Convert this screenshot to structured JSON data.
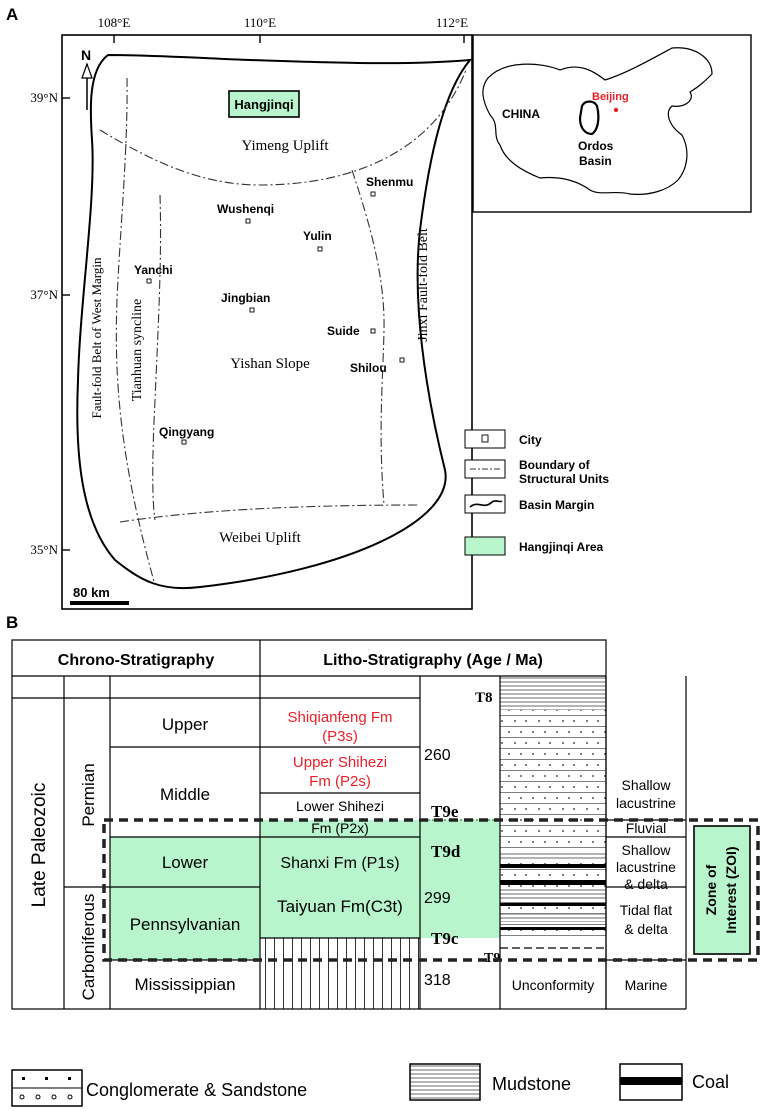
{
  "panel_a": {
    "label": "A",
    "longitudes": [
      "108°E",
      "110°E",
      "112°E"
    ],
    "latitudes": [
      "39°N",
      "37°N",
      "35°N"
    ],
    "north": "N",
    "scale": "80 km",
    "highlight_label": "Hangjinqi",
    "structural_units": {
      "yimeng": "Yimeng Uplift",
      "yishan": "Yishan Slope",
      "weibei": "Weibei Uplift",
      "tianhuan": "Tianhuan syncline",
      "west_margin": "Fault-fold Belt of West Margin",
      "jinxi": "Jinxi Fault-fold Belt"
    },
    "cities": {
      "shenmu": "Shenmu",
      "wushenqi": "Wushenqi",
      "yulin": "Yulin",
      "yanchi": "Yanchi",
      "jingbian": "Jingbian",
      "suide": "Suide",
      "shilou": "Shilou",
      "qingyang": "Qingyang"
    },
    "inset": {
      "country": "CHINA",
      "capital": "Beijing",
      "basin": "Ordos Basin"
    },
    "legend": {
      "city": "City",
      "boundary": "Boundary of Structural Units",
      "margin": "Basin Margin",
      "area": "Hangjinqi Area"
    },
    "colors": {
      "highlight": "#b8f5cc",
      "capital": "#e8202a"
    }
  },
  "panel_b": {
    "label": "B",
    "headers": {
      "chrono": "Chrono-Stratigraphy",
      "litho": "Litho-Stratigraphy (Age / Ma)"
    },
    "era": "Late Paleozoic",
    "periods": {
      "permian": "Permian",
      "carboniferous": "Carboniferous"
    },
    "epochs": {
      "upper": "Upper",
      "middle": "Middle",
      "lower": "Lower",
      "pennsylvanian": "Pennsylvanian",
      "mississippian": "Mississippian"
    },
    "formations": {
      "shiqianfeng": "Shiqianfeng Fm",
      "shiqianfeng_code": "(P3s)",
      "upper_shihezi": "Upper Shihezi",
      "upper_shihezi_code": "Fm (P2s)",
      "lower_shihezi": "Lower Shihezi",
      "lower_shihezi_code": "Fm (P2x)",
      "shanxi": "Shanxi Fm (P1s)",
      "taiyuan": "Taiyuan Fm(C3t)"
    },
    "ages": [
      "260",
      "299",
      "318"
    ],
    "horizons": [
      "T8",
      "T9e",
      "T9d",
      "T9c",
      "T9"
    ],
    "environments": {
      "shallow_lacustrine": "Shallow lacustrine",
      "fluvial": "Fluvial",
      "shallow_lacustrine_delta": "Shallow lacustrine & delta",
      "tidal_flat": "Tidal flat & delta",
      "marine": "Marine"
    },
    "unconformity": "Unconformity",
    "zoi": "Zone of Interest (ZOI)",
    "legend": {
      "conglomerate": "Conglomerate & Sandstone",
      "mudstone": "Mudstone",
      "coal": "Coal"
    },
    "colors": {
      "zoi_fill": "#b8f5cc",
      "formation_text": "#e8202a"
    }
  }
}
